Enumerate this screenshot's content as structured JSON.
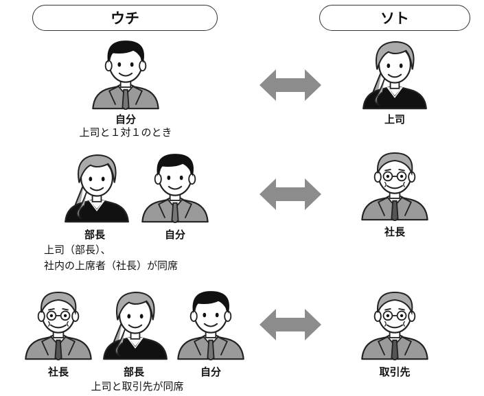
{
  "headers": {
    "left": "ウチ",
    "right": "ソト"
  },
  "rows": [
    {
      "left_labels": [
        "自分"
      ],
      "left_caption": [
        "上司と１対１のとき"
      ],
      "right_label": "上司"
    },
    {
      "left_labels": [
        "部長",
        "自分"
      ],
      "left_caption": [
        "上司（部長）、",
        "社内の上席者（社長）が同席"
      ],
      "right_label": "社長"
    },
    {
      "left_labels": [
        "社長",
        "部長",
        "自分"
      ],
      "left_caption": [
        "上司と取引先が同席"
      ],
      "right_label": "取引先"
    }
  ],
  "icons": {
    "arrow": "double-arrow-icon"
  }
}
